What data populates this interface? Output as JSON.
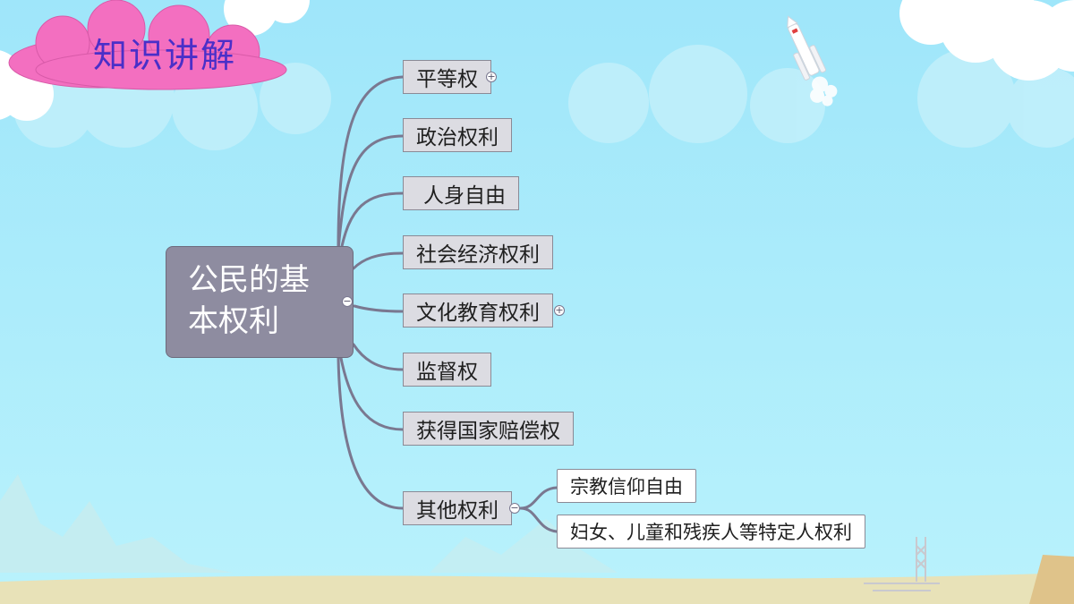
{
  "title": "知识讲解",
  "root": {
    "line1": "公民的基",
    "line2": "本权利"
  },
  "branches": [
    {
      "label": "平等权"
    },
    {
      "label": "政治权利"
    },
    {
      "label": "人身自由"
    },
    {
      "label": "社会经济权利"
    },
    {
      "label": "文化教育权利"
    },
    {
      "label": "监督权"
    },
    {
      "label": "获得国家赔偿权"
    },
    {
      "label": "其他权利"
    }
  ],
  "sub_branches": [
    {
      "label": "宗教信仰自由"
    },
    {
      "label": "妇女、儿童和残疾人等特定人权利"
    }
  ],
  "colors": {
    "sky": "#a8ecfb",
    "title_cloud": "#f36fc0",
    "title_text": "#4a2fc8",
    "root": "#8e8ca0",
    "node": "#dcdce2",
    "line": "#7a7890"
  }
}
